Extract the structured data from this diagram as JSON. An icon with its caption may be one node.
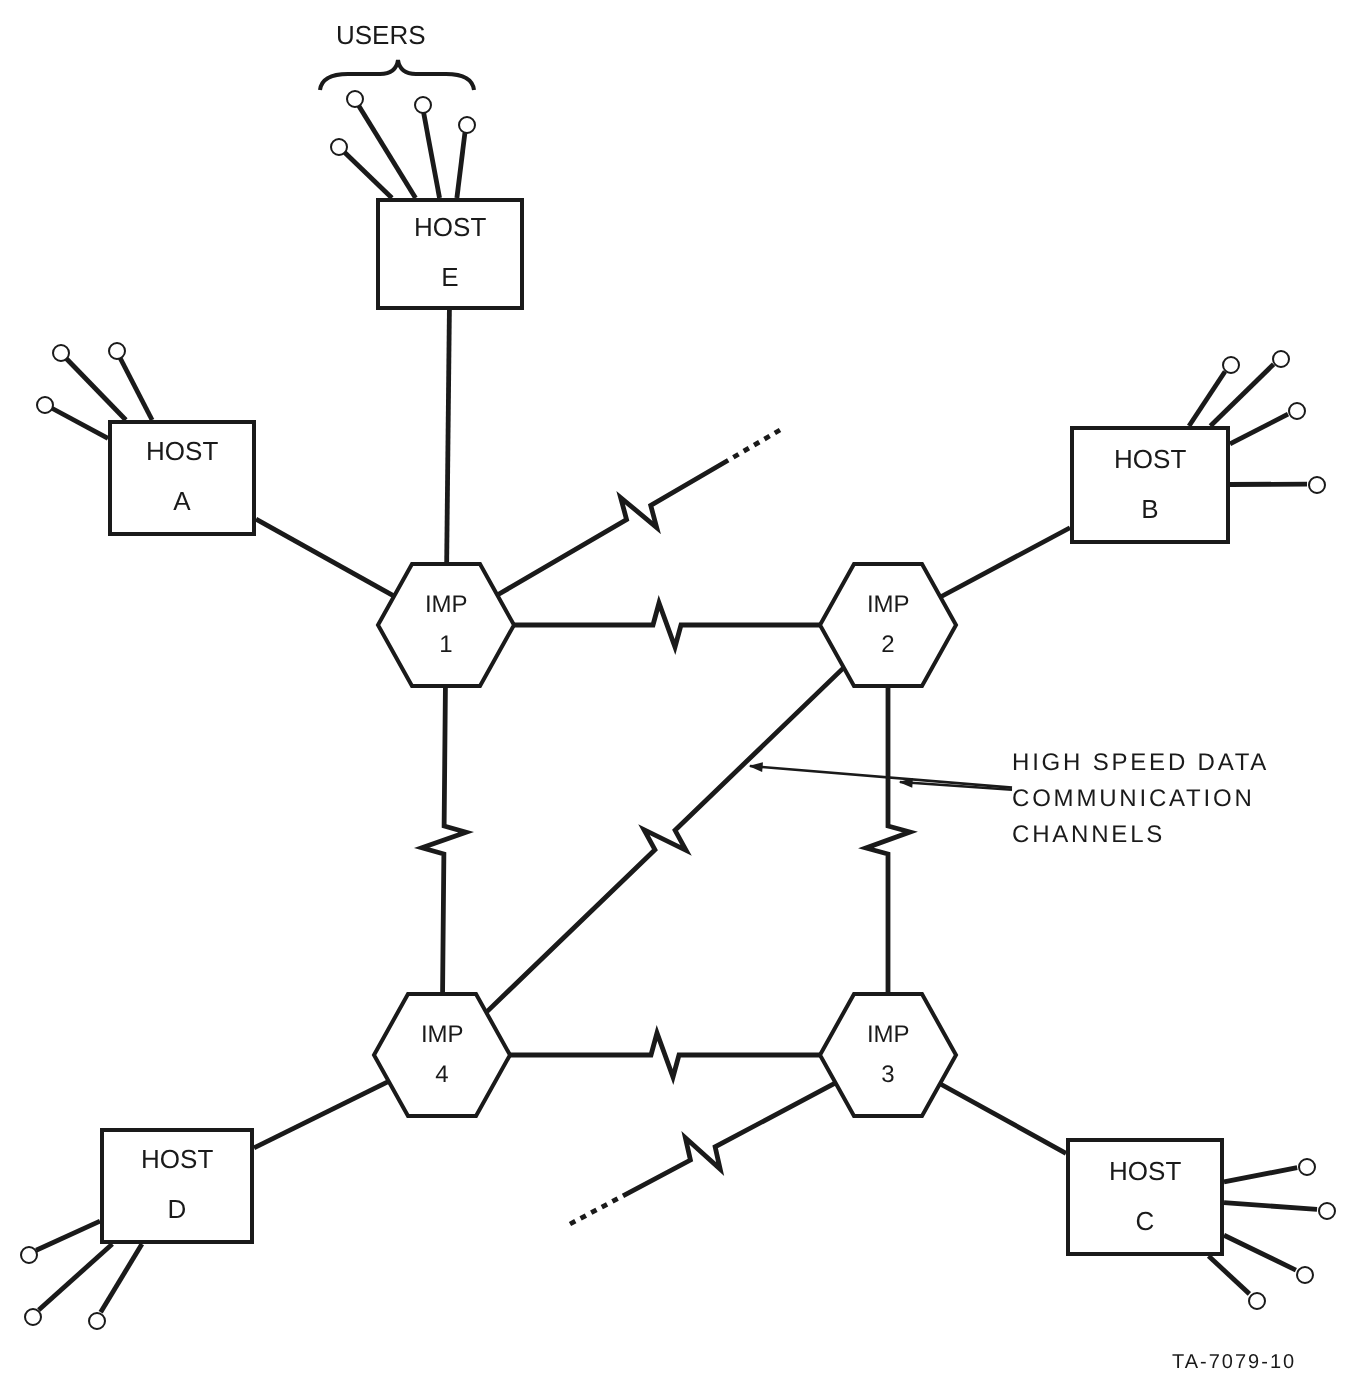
{
  "diagram": {
    "nodes": [
      {
        "text": [
          "HOST E"
        ]
      },
      {
        "text": [
          "HOST A"
        ]
      },
      {
        "text": [
          "IMP 1"
        ]
      },
      {
        "text": [
          "IMP 2"
        ]
      },
      {
        "text": [
          "HOST B"
        ]
      },
      {
        "text": [
          "HIGH SPEED DATA COMMUNICATION CHANNELS"
        ]
      },
      {
        "text": [
          "IMP 4"
        ]
      },
      {
        "text": [
          "IMP 3"
        ]
      },
      {
        "text": [
          "HOST D"
        ]
      },
      {
        "text": [
          "HOST C"
        ]
      },
      {
        "text": [],
        "shape": "circle"
      },
      {
        "text": [],
        "shape": "circle"
      },
      {
        "text": [],
        "shape": "circle"
      },
      {
        "text": [],
        "shape": "circle"
      },
      {
        "text": [],
        "shape": "circle"
      },
      {
        "text": [],
        "shape": "circle"
      },
      {
        "text": [],
        "shape": "circle"
      },
      {
        "text": [],
        "shape": "circle"
      },
      {
        "text": [],
        "shape": "circle"
      },
      {
        "text": [],
        "shape": "circle"
      },
      {
        "text": [],
        "shape": "circle"
      },
      {
        "text": [],
        "shape": "circle"
      },
      {
        "text": [],
        "shape": "circle"
      },
      {
        "text": [],
        "shape": "circle"
      },
      {
        "text": [],
        "shape": "circle"
      },
      {
        "text": [],
        "shape": "circle"
      },
      {
        "text": [],
        "shape": "circle"
      },
      {
        "text": [],
        "shape": "circle"
      }
    ],
    "edges": [
      {
        "from": 0,
        "to": 2,
        "arrow": "none"
      },
      {
        "from": 1,
        "to": 2,
        "arrow": "none"
      },
      {
        "from": 2,
        "to": 3,
        "arrow": "none"
      },
      {
        "from": 3,
        "to": 4,
        "arrow": "none"
      },
      {
        "from": 2,
        "to": null,
        "arrow": "none"
      },
      {
        "from": 2,
        "to": 6,
        "arrow": "none"
      },
      {
        "from": 3,
        "to": 6,
        "arrow": "none"
      },
      {
        "from": 3,
        "to": 7,
        "arrow": "none"
      },
      {
        "from": 6,
        "to": 7,
        "arrow": "none"
      },
      {
        "from": 6,
        "to": 8,
        "arrow": "none"
      },
      {
        "from": 7,
        "to": 9,
        "arrow": "none"
      },
      {
        "from": 7,
        "to": null,
        "arrow": "none"
      },
      {
        "from": 5,
        "to": null,
        "arrow": "to"
      },
      {
        "from": 5,
        "to": null,
        "arrow": "to"
      },
      {
        "from": 10,
        "to": 0,
        "arrow": "none"
      },
      {
        "from": 11,
        "to": 0,
        "arrow": "none"
      },
      {
        "from": 12,
        "to": 0,
        "arrow": "none"
      },
      {
        "from": 13,
        "to": 0,
        "arrow": "none"
      },
      {
        "from": 14,
        "to": 1,
        "arrow": "none"
      },
      {
        "from": 15,
        "to": 1,
        "arrow": "none"
      },
      {
        "from": 16,
        "to": 1,
        "arrow": "none"
      },
      {
        "from": 17,
        "to": 4,
        "arrow": "none"
      },
      {
        "from": 18,
        "to": 4,
        "arrow": "none"
      },
      {
        "from": 19,
        "to": 4,
        "arrow": "none"
      },
      {
        "from": 20,
        "to": 4,
        "arrow": "none"
      },
      {
        "from": 21,
        "to": 8,
        "arrow": "none"
      },
      {
        "from": 22,
        "to": 8,
        "arrow": "none"
      },
      {
        "from": 23,
        "to": 8,
        "arrow": "none"
      },
      {
        "from": 24,
        "to": 9,
        "arrow": "none"
      },
      {
        "from": 25,
        "to": 9,
        "arrow": "none"
      },
      {
        "from": 26,
        "to": 9,
        "arrow": "none"
      },
      {
        "from": 27,
        "to": 9,
        "arrow": "none"
      }
    ],
    "labels": [
      "USERS",
      "TA-7079-10"
    ]
  }
}
